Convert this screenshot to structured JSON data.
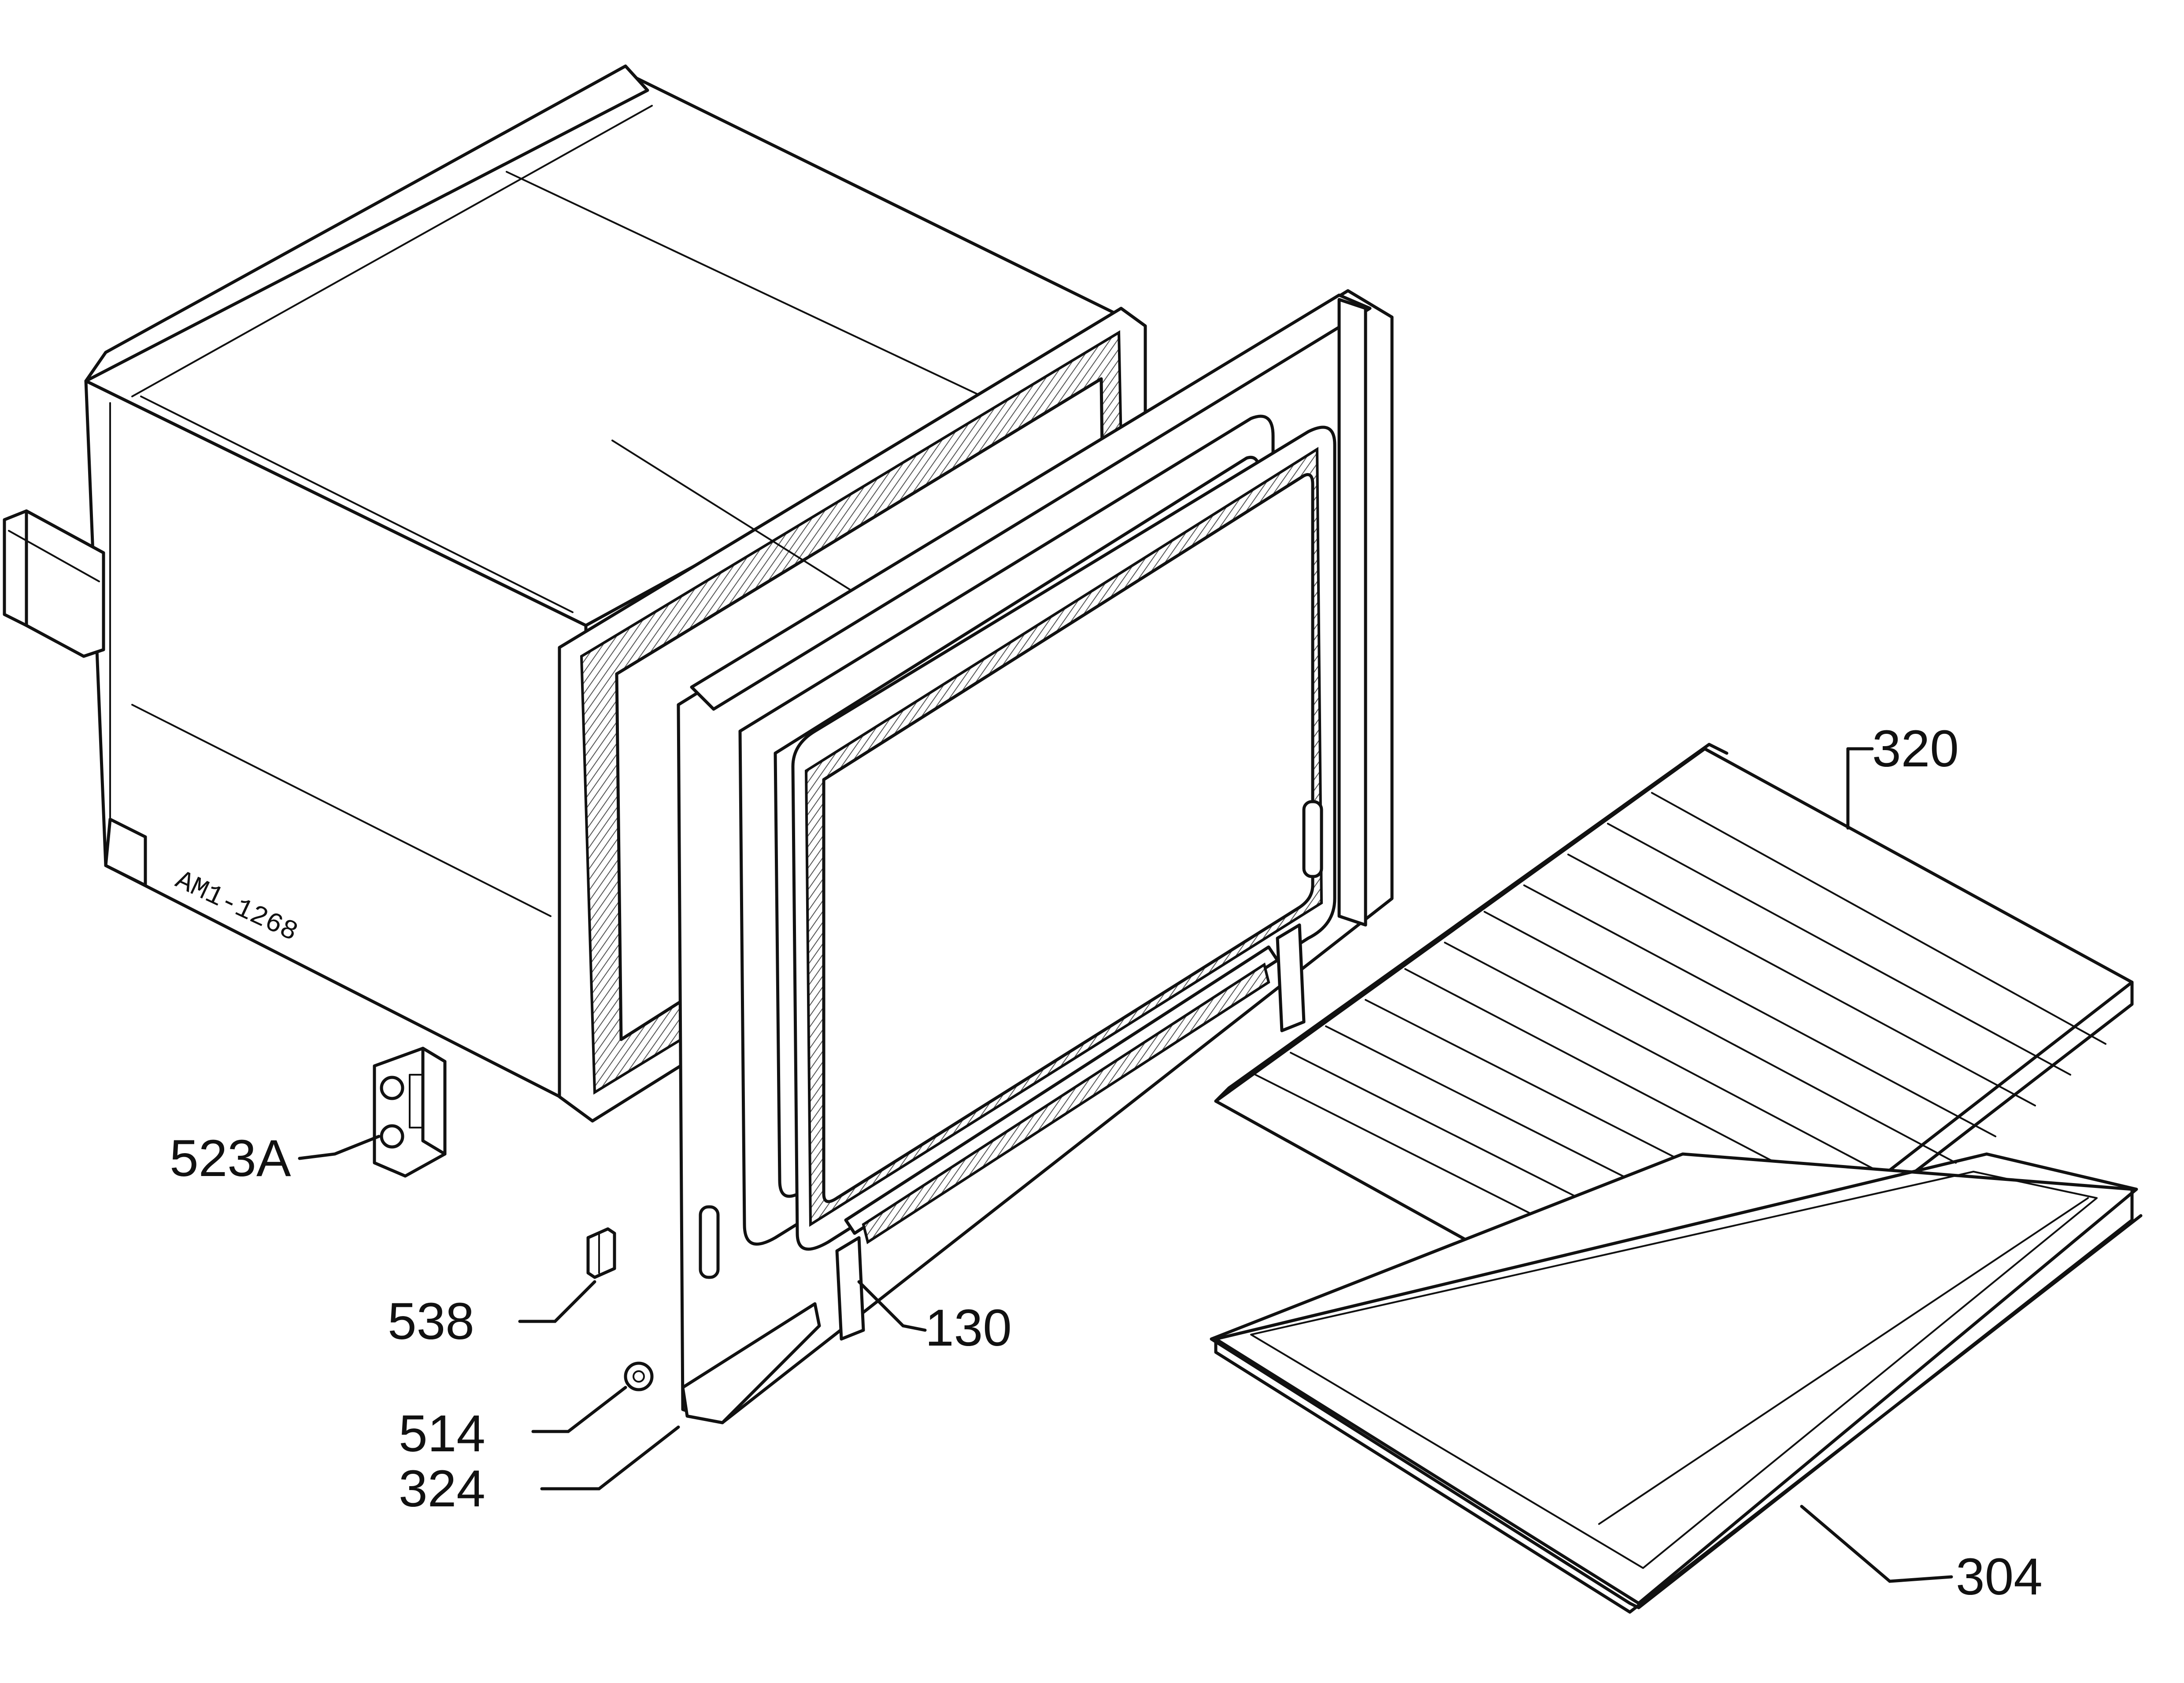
{
  "drawing_number": "AM1-1268",
  "callouts": {
    "c320": "320",
    "c523a": "523A",
    "c538": "538",
    "c130": "130",
    "c514": "514",
    "c324": "324",
    "c304": "304"
  },
  "colors": {
    "ink": "#111111",
    "paper": "#ffffff"
  }
}
